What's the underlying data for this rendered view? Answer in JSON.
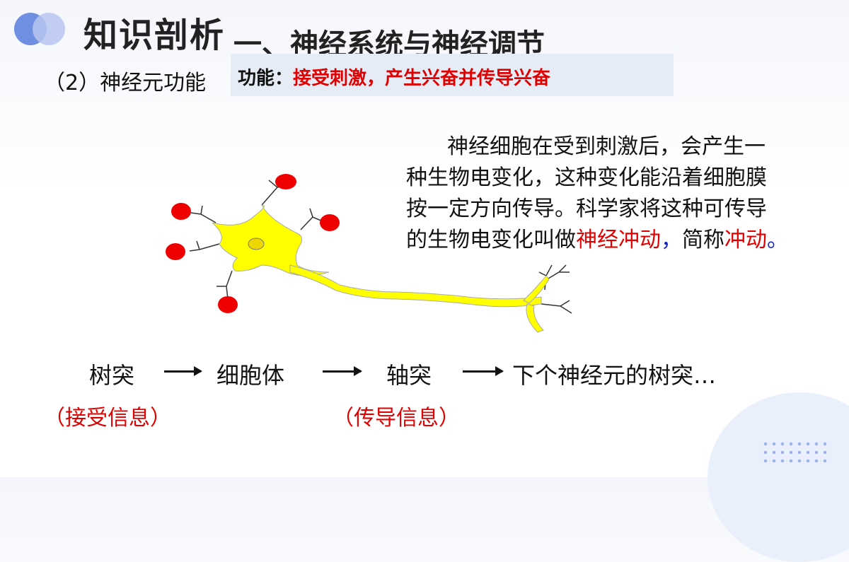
{
  "header": {
    "title_main": "知识剖析",
    "title_sub": "一、神经系统与神经调节"
  },
  "section": {
    "subheading": "（2）神经元功能"
  },
  "function_box": {
    "label": "功能：",
    "value": "接受刺激，产生兴奋并传导兴奋"
  },
  "paragraph": {
    "line1": "神经细胞在受到刺激后，会产生一",
    "line2": "种生物电变化，这种变化能沿着细胞膜",
    "line3": "按一定方向传导。科学家将这种可传导",
    "line4_a": "的生物电变化叫做",
    "line4_term1": "神经冲动",
    "line4_comma": "，",
    "line4_b": "简称",
    "line4_term2": "冲动",
    "line4_end": "。"
  },
  "flow": {
    "step1": "树突",
    "step2": "细胞体",
    "step3": "轴突",
    "step4": "下个神经元的树突…",
    "note1": "（接受信息）",
    "note2": "（传导信息）"
  },
  "colors": {
    "accent_red": "#e00000",
    "neuron_yellow": "#ffff00",
    "receptor_red": "#ee0000",
    "box_bg": "#e6ecf6"
  }
}
